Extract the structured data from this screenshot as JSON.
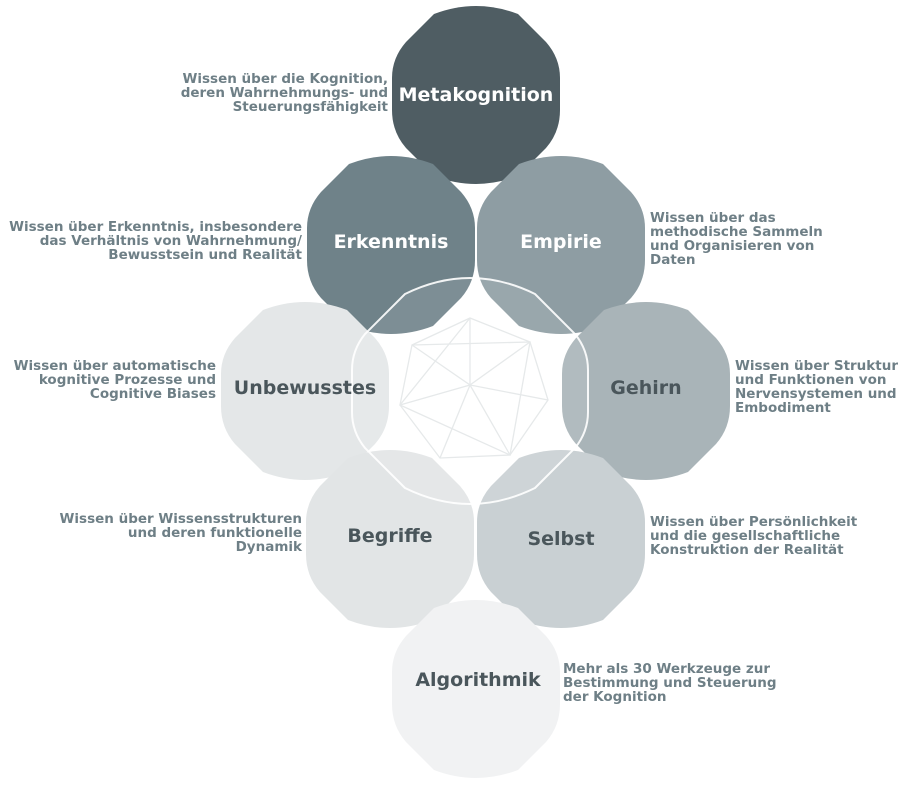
{
  "hexagons": [
    {
      "id": "metakognition",
      "label": "Metakognition",
      "fill": "#4f5d63",
      "text_color": "#ffffff"
    },
    {
      "id": "erkenntnis",
      "label": "Erkenntnis",
      "fill": "#6f8289",
      "text_color": "#ffffff"
    },
    {
      "id": "empirie",
      "label": "Empirie",
      "fill": "#8e9da3",
      "text_color": "#ffffff"
    },
    {
      "id": "unbewusstes",
      "label": "Unbewusstes",
      "fill": "#e4e7e8",
      "text_color": "#4a565b"
    },
    {
      "id": "gehirn",
      "label": "Gehirn",
      "fill": "#a9b4b8",
      "text_color": "#4a565b"
    },
    {
      "id": "begriffe",
      "label": "Begriffe",
      "fill": "#e2e5e6",
      "text_color": "#4a565b"
    },
    {
      "id": "selbst",
      "label": "Selbst",
      "fill": "#c9d0d3",
      "text_color": "#4a565b"
    },
    {
      "id": "algorithmik",
      "label": "Algorithmik",
      "fill": "#f1f2f3",
      "text_color": "#4a565b"
    }
  ],
  "descriptions": {
    "metakognition": [
      "Wissen über die Kognition,",
      "deren Wahrnehmungs- und",
      "Steuerungsfähigkeit"
    ],
    "erkenntnis": [
      "Wissen über Erkenntnis, insbesondere",
      "das Verhältnis von Wahrnehmung/",
      "Bewusstsein und Realität"
    ],
    "empirie": [
      "Wissen über das",
      "methodische Sammeln",
      "und Organisieren von",
      "Daten"
    ],
    "unbewusstes": [
      "Wissen über automatische",
      "kognitive Prozesse und",
      "Cognitive Biases"
    ],
    "gehirn": [
      "Wissen über Struktur",
      "und Funktionen von",
      "Nervensystemen und",
      "Embodiment"
    ],
    "begriffe": [
      "Wissen über Wissensstrukturen",
      "und deren funktionelle",
      "Dynamik"
    ],
    "selbst": [
      "Wissen über Persönlichkeit",
      "und die gesellschaftliche",
      "Konstruktion der Realität"
    ],
    "algorithmik": [
      "Mehr als 30 Werkzeuge zur",
      "Bestimmung und Steuerung",
      "der Kognition"
    ]
  },
  "colors": {
    "description_text": "#6e7f86",
    "outline_hexagon": "#ffffff",
    "watermark": "#e6e9ea"
  },
  "icons": [
    "polyhedron-watermark-icon"
  ]
}
